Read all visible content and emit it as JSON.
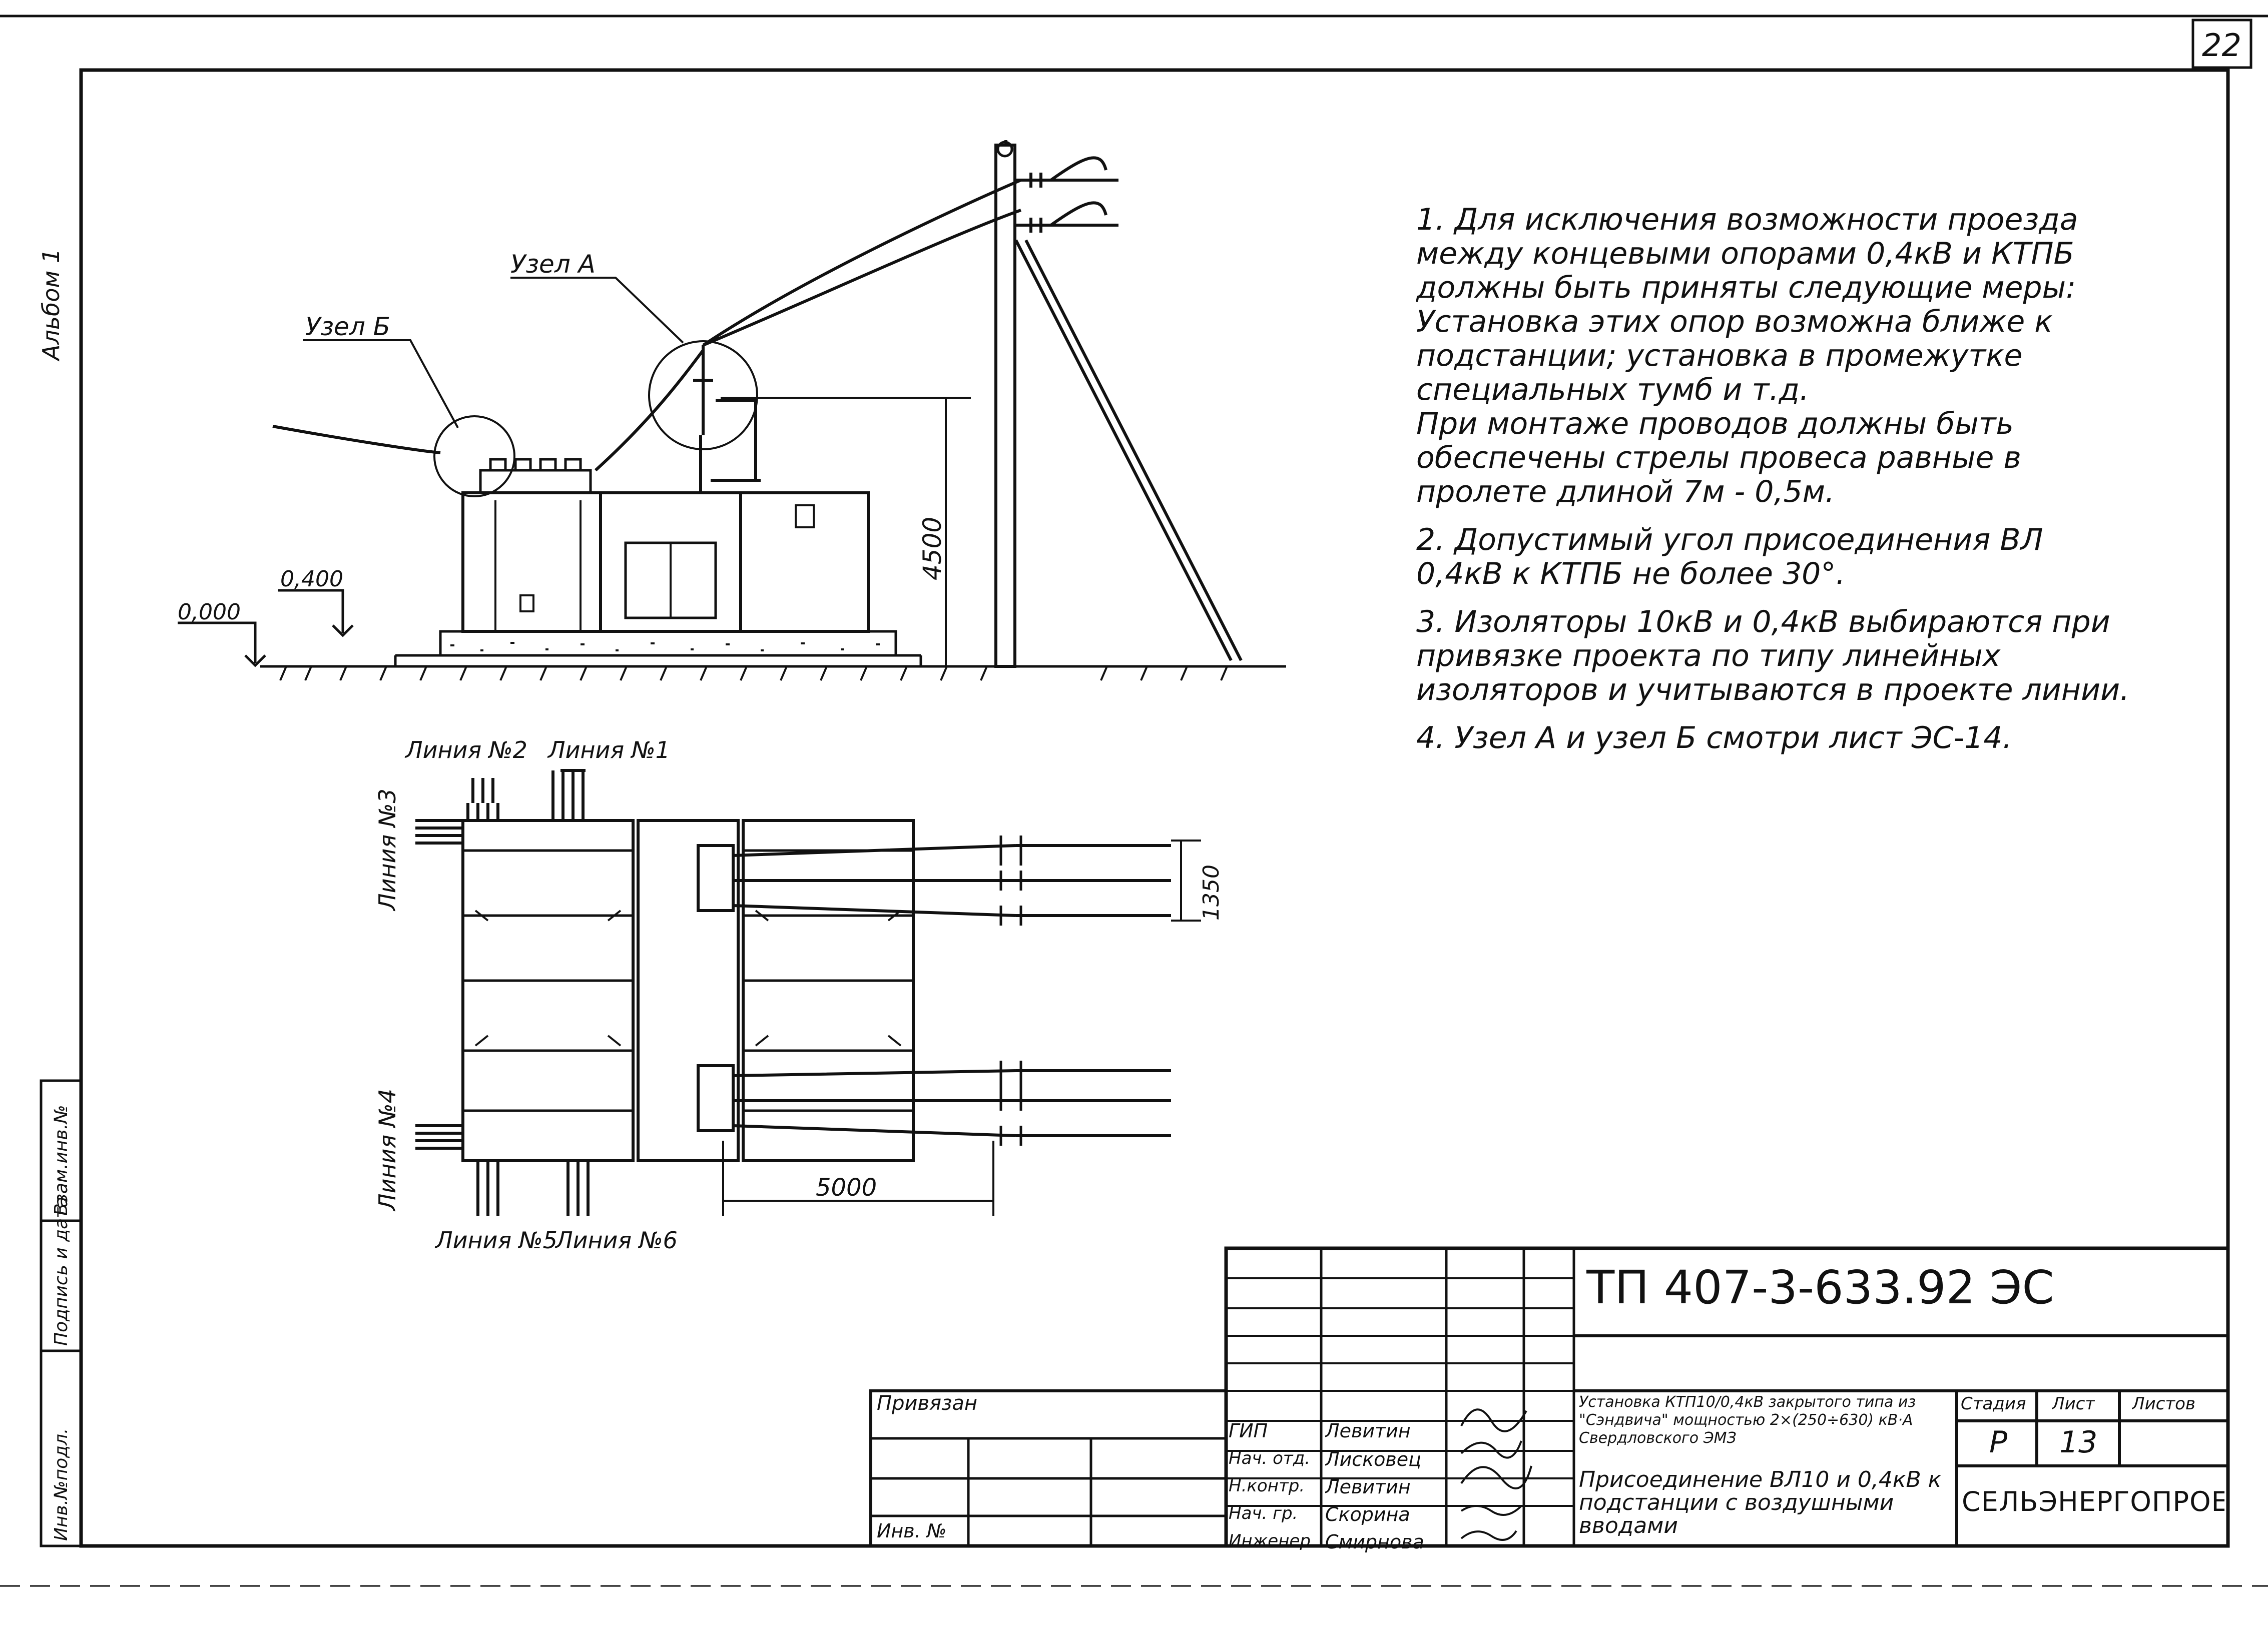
{
  "sheet": {
    "number": "22",
    "album": "Альбом 1"
  },
  "side_stamp": {
    "inv_orig": "Инв.№подл.",
    "signature_date": "Подпись и дата",
    "replace_inv": "Взам.инв.№"
  },
  "elevation": {
    "node_a": "Узел А",
    "node_b": "Узел Б",
    "level_zero": "0,000",
    "level_plinth": "0,400",
    "height_dim": "4500"
  },
  "plan": {
    "line_1": "Линия №1",
    "line_2": "Линия №2",
    "line_3": "Линия №3",
    "line_4": "Линия №4",
    "line_5": "Линия №5",
    "line_6": "Линия №6",
    "dim_1350": "1350",
    "dim_5000": "5000"
  },
  "notes": [
    "1. Для исключения возможности проезда между концевыми опорами 0,4кВ и КТПБ должны быть приняты следующие меры:\nУстановка этих опор возможна ближе к подстанции; установка в промежутке специальных тумб и т.д.\nПри монтаже проводов должны быть обеспечены стрелы провеса равные в пролете длиной 7м - 0,5м.",
    "2. Допустимый угол присоединения ВЛ 0,4кВ к КТПБ не более 30°.",
    "3. Изоляторы 10кВ и 0,4кВ выбираются при привязке проекта по типу линейных изоляторов и учитываются в проекте линии.",
    "4. Узел А и узел Б смотри лист ЭС-14."
  ],
  "title_block": {
    "doc_code": "ТП 407-3-633.92   ЭС",
    "project_title": "Установка КТП10/0,4кВ закрытого типа из \"Сэндвича\" мощностью 2×(250÷630) кВ·А Свердловского ЭМЗ",
    "sheet_title": "Присоединение ВЛ10 и 0,4кВ к подстанции с воздушными вводами",
    "stage_label": "Стадия",
    "sheet_label": "Лист",
    "sheets_label": "Листов",
    "stage": "Р",
    "sheet_no": "13",
    "org": "СЕЛЬЭНЕРГОПРОЕКТ",
    "attached": "Привязан",
    "inv_no": "Инв. №",
    "roles": [
      {
        "role": "ГИП",
        "name": "Левитин"
      },
      {
        "role": "Нач. отд.",
        "name": "Лисковец"
      },
      {
        "role": "Н.контр.",
        "name": "Левитин"
      },
      {
        "role": "Нач. гр.",
        "name": "Скорина"
      },
      {
        "role": "Инженер",
        "name": "Смирнова"
      }
    ]
  }
}
